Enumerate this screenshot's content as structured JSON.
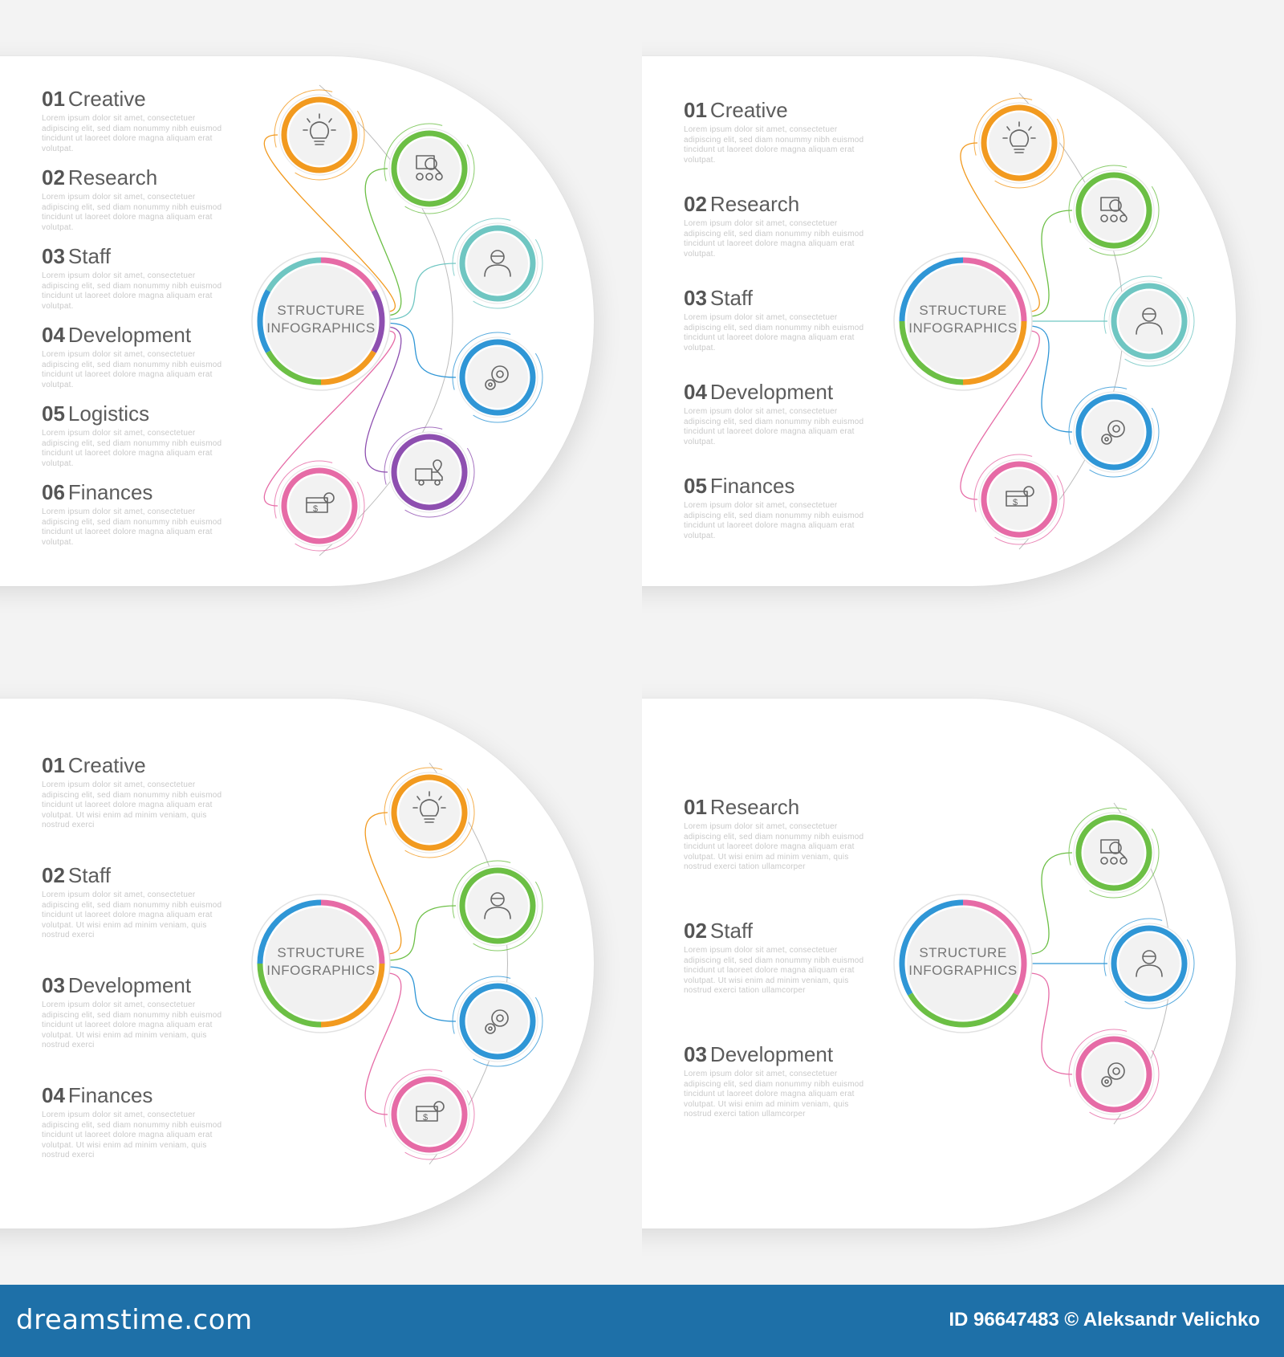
{
  "panels": [
    {
      "center_label": [
        "STRUCTURE",
        "INFOGRAPHICS"
      ],
      "items": [
        {
          "num": "01",
          "label": "Creative",
          "desc": "Lorem ipsum dolor sit amet, consectetuer adipiscing elit, sed diam nonummy nibh euismod tincidunt ut laoreet dolore magna aliquam erat volutpat."
        },
        {
          "num": "02",
          "label": "Research",
          "desc": "Lorem ipsum dolor sit amet, consectetuer adipiscing elit, sed diam nonummy nibh euismod tincidunt ut laoreet dolore magna aliquam erat volutpat."
        },
        {
          "num": "03",
          "label": "Staff",
          "desc": "Lorem ipsum dolor sit amet, consectetuer adipiscing elit, sed diam nonummy nibh euismod tincidunt ut laoreet dolore magna aliquam erat volutpat."
        },
        {
          "num": "04",
          "label": "Development",
          "desc": "Lorem ipsum dolor sit amet, consectetuer adipiscing elit, sed diam nonummy nibh euismod tincidunt ut laoreet dolore magna aliquam erat volutpat."
        },
        {
          "num": "05",
          "label": "Logistics",
          "desc": "Lorem ipsum dolor sit amet, consectetuer adipiscing elit, sed diam nonummy nibh euismod tincidunt ut laoreet dolore magna aliquam erat volutpat."
        },
        {
          "num": "06",
          "label": "Finances",
          "desc": "Lorem ipsum dolor sit amet, consectetuer adipiscing elit, sed diam nonummy nibh euismod tincidunt ut laoreet dolore magna aliquam erat volutpat."
        }
      ]
    },
    {
      "center_label": [
        "STRUCTURE",
        "INFOGRAPHICS"
      ],
      "items": [
        {
          "num": "01",
          "label": "Creative",
          "desc": "Lorem ipsum dolor sit amet, consectetuer adipiscing elit, sed diam nonummy nibh euismod tincidunt ut laoreet dolore magna aliquam erat volutpat."
        },
        {
          "num": "02",
          "label": "Research",
          "desc": "Lorem ipsum dolor sit amet, consectetuer adipiscing elit, sed diam nonummy nibh euismod tincidunt ut laoreet dolore magna aliquam erat volutpat."
        },
        {
          "num": "03",
          "label": "Staff",
          "desc": "Lorem ipsum dolor sit amet, consectetuer adipiscing elit, sed diam nonummy nibh euismod tincidunt ut laoreet dolore magna aliquam erat volutpat."
        },
        {
          "num": "04",
          "label": "Development",
          "desc": "Lorem ipsum dolor sit amet, consectetuer adipiscing elit, sed diam nonummy nibh euismod tincidunt ut laoreet dolore magna aliquam erat volutpat."
        },
        {
          "num": "05",
          "label": "Finances",
          "desc": "Lorem ipsum dolor sit amet, consectetuer adipiscing elit, sed diam nonummy nibh euismod tincidunt ut laoreet dolore magna aliquam erat volutpat."
        }
      ]
    },
    {
      "center_label": [
        "STRUCTURE",
        "INFOGRAPHICS"
      ],
      "items": [
        {
          "num": "01",
          "label": "Creative",
          "desc": "Lorem ipsum dolor sit amet, consectetuer adipiscing elit, sed diam nonummy nibh euismod tincidunt ut laoreet dolore magna aliquam erat volutpat. Ut wisi enim ad minim veniam, quis nostrud exerci"
        },
        {
          "num": "02",
          "label": "Staff",
          "desc": "Lorem ipsum dolor sit amet, consectetuer adipiscing elit, sed diam nonummy nibh euismod tincidunt ut laoreet dolore magna aliquam erat volutpat. Ut wisi enim ad minim veniam, quis nostrud exerci"
        },
        {
          "num": "03",
          "label": "Development",
          "desc": "Lorem ipsum dolor sit amet, consectetuer adipiscing elit, sed diam nonummy nibh euismod tincidunt ut laoreet dolore magna aliquam erat volutpat. Ut wisi enim ad minim veniam, quis nostrud exerci"
        },
        {
          "num": "04",
          "label": "Finances",
          "desc": "Lorem ipsum dolor sit amet, consectetuer adipiscing elit, sed diam nonummy nibh euismod tincidunt ut laoreet dolore magna aliquam erat volutpat. Ut wisi enim ad minim veniam, quis nostrud exerci"
        }
      ]
    },
    {
      "center_label": [
        "STRUCTURE",
        "INFOGRAPHICS"
      ],
      "items": [
        {
          "num": "01",
          "label": "Research",
          "desc": "Lorem ipsum dolor sit amet, consectetuer adipiscing elit, sed diam nonummy nibh euismod tincidunt ut laoreet dolore magna aliquam erat volutpat. Ut wisi enim ad minim veniam, quis nostrud exerci tation ullamcorper"
        },
        {
          "num": "02",
          "label": "Staff",
          "desc": "Lorem ipsum dolor sit amet, consectetuer adipiscing elit, sed diam nonummy nibh euismod tincidunt ut laoreet dolore magna aliquam erat volutpat. Ut wisi enim ad minim veniam, quis nostrud exerci tation ullamcorper"
        },
        {
          "num": "03",
          "label": "Development",
          "desc": "Lorem ipsum dolor sit amet, consectetuer adipiscing elit, sed diam nonummy nibh euismod tincidunt ut laoreet dolore magna aliquam erat volutpat. Ut wisi enim ad minim veniam, quis nostrud exerci tation ullamcorper"
        }
      ]
    }
  ],
  "colors": {
    "orange": "#f29a1f",
    "green": "#6cbf45",
    "teal": "#6fc6c2",
    "blue": "#2f96d6",
    "purple": "#8e4fb0",
    "pink": "#e66ba6",
    "footer": "#1e70a8"
  },
  "icons": {
    "creative": "lightbulb-icon",
    "research": "research-icon",
    "staff": "person-icon",
    "development": "gears-icon",
    "logistics": "truck-icon",
    "finances": "money-icon"
  },
  "footer": {
    "logo": "dreamstime.com",
    "credit": "ID 96647483 © Aleksandr Velichko"
  }
}
